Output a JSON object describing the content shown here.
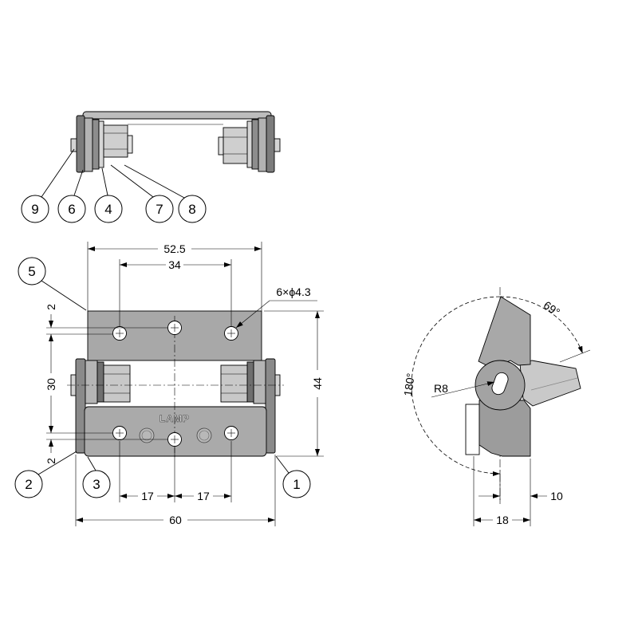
{
  "top_view": {
    "callouts": [
      "9",
      "6",
      "4",
      "7",
      "8"
    ]
  },
  "front_view": {
    "callouts": {
      "upper_leaf": "5",
      "left_flange": "2",
      "lower_corner": "3",
      "right_flange": "1"
    },
    "dims": {
      "leaf_width": "52.5",
      "hole_pitch": "34",
      "holes": "6×ϕ4.3",
      "offset_top": "2",
      "hole_span": "30",
      "offset_bottom": "2",
      "height": "44",
      "pitch_left": "17",
      "pitch_right": "17",
      "overall_width": "60"
    },
    "logo": "LAMP"
  },
  "side_view": {
    "dims": {
      "open_angle": "69°",
      "rotation": "180°",
      "radius": "R8",
      "offset": "10",
      "depth": "18"
    }
  }
}
